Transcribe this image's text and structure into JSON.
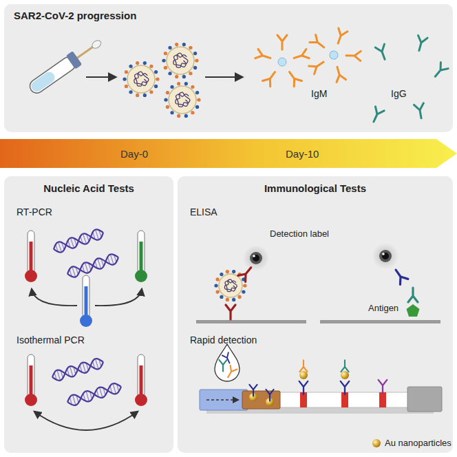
{
  "diagram": {
    "nodes": [
      {
        "text": [
          "SAR2-CoV-2 progression"
        ]
      },
      {
        "text": [
          "Day-0",
          "Day-10"
        ]
      },
      {
        "text": [
          "Nucleic Acid Tests"
        ]
      },
      {
        "text": [
          "Immunological Tests"
        ]
      }
    ],
    "labels": [
      "IgM",
      "IgG",
      "RT-PCR",
      "Isothermal PCR",
      "ELISA",
      "Detection label",
      "Antigen",
      "Rapid detection"
    ],
    "legend": [
      {
        "text": "Au nanoparticles"
      }
    ]
  }
}
